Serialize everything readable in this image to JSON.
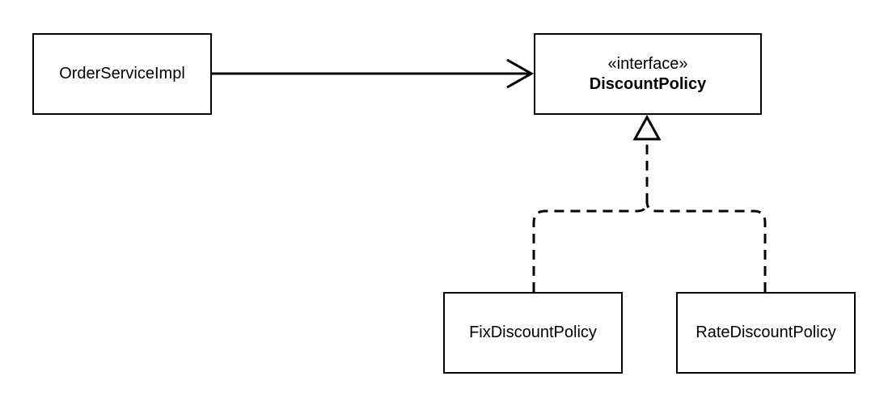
{
  "colors": {
    "stroke": "#000000",
    "fill": "#ffffff",
    "text": "#000000"
  },
  "nodes": {
    "order_service_impl": {
      "label": "OrderServiceImpl"
    },
    "discount_policy": {
      "stereotype": "«interface»",
      "label": "DiscountPolicy"
    },
    "fix_discount_policy": {
      "label": "FixDiscountPolicy"
    },
    "rate_discount_policy": {
      "label": "RateDiscountPolicy"
    }
  },
  "edges": [
    {
      "from": "order_service_impl",
      "to": "discount_policy",
      "type": "association",
      "line": "solid",
      "arrowhead": "open"
    },
    {
      "from": "fix_discount_policy",
      "to": "discount_policy",
      "type": "realization",
      "line": "dashed",
      "arrowhead": "hollow-triangle"
    },
    {
      "from": "rate_discount_policy",
      "to": "discount_policy",
      "type": "realization",
      "line": "dashed",
      "arrowhead": "hollow-triangle"
    }
  ]
}
